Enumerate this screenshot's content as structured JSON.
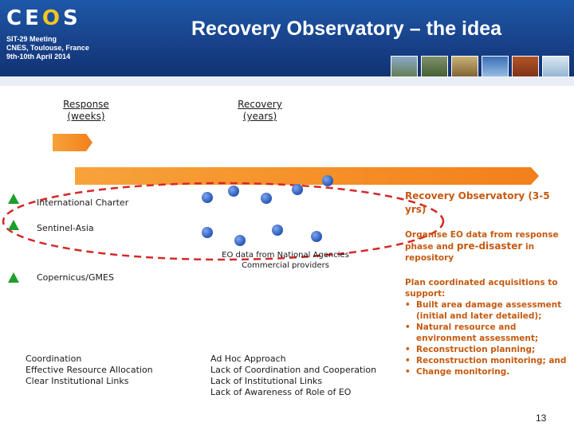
{
  "header": {
    "logo_text": "CE",
    "logo_ring": "O",
    "logo_tail": "S",
    "meeting_lines": [
      "SIT-29 Meeting",
      "CNES, Toulouse, France",
      "9th-10th April 2014"
    ],
    "title": "Recovery Observatory – the idea"
  },
  "phases": {
    "response_line1": "Response",
    "response_line2": "(weeks)",
    "recovery_line1": "Recovery",
    "recovery_line2": "(years)"
  },
  "left_items": [
    "International Charter",
    "Sentinel-Asia",
    "Copernicus/GMES"
  ],
  "eo_label": [
    "EO data from National Agencies",
    "Commercial providers"
  ],
  "recovery_observatory": {
    "title": "Recovery Observatory (3-5 yrs)",
    "para1_a": "Organise EO data from response phase and ",
    "para1_big": "pre-disaster",
    "para1_b": " in repository",
    "para2_intro": "Plan coordinated acquisitions to support:",
    "bullets": [
      "Built area damage assessment (initial and later detailed);",
      "Natural resource and environment assessment;",
      "Reconstruction planning;",
      "Reconstruction monitoring; and",
      "Change monitoring."
    ]
  },
  "response_notes": [
    "Coordination",
    "Effective Resource Allocation",
    "Clear Institutional Links"
  ],
  "recovery_notes": [
    "Ad Hoc Approach",
    "Lack of Coordination and Cooperation",
    "Lack of Institutional Links",
    "Lack of Awareness of Role of EO"
  ],
  "page_number": "13",
  "colors": {
    "header_blue": "#173f86",
    "arrow_orange": "#f58a1f",
    "accent_text": "#c55a11",
    "triangle_green": "#1f9e2d",
    "dot_blue": "#2f63c7",
    "ellipse_red": "#d62828"
  },
  "icons": [
    "photo-thumbnail",
    "triangle-marker-icon",
    "satellite-dot-icon"
  ]
}
